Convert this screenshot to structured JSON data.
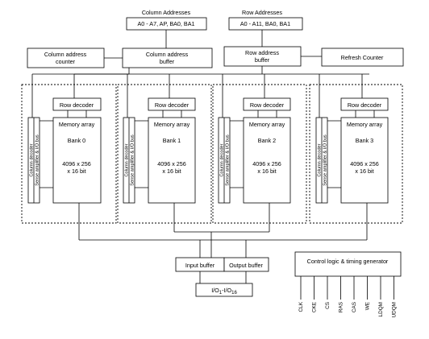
{
  "column_addresses": {
    "title": "Column Addresses",
    "signals": "A0 - A7, AP, BA0, BA1"
  },
  "row_addresses": {
    "title": "Row Addresses",
    "signals": "A0 - A11, BA0, BA1"
  },
  "column_address_counter": {
    "line1": "Column address",
    "line2": "counter"
  },
  "column_address_buffer": {
    "line1": "Column address",
    "line2": "buffer"
  },
  "row_address_buffer": {
    "line1": "Row address",
    "line2": "buffer"
  },
  "refresh_counter": {
    "label": "Refresh Counter"
  },
  "banks": [
    {
      "row_decoder": "Row decoder",
      "array_title": "Memory array",
      "bank_name": "Bank 0",
      "size1": "4096 x 256",
      "size2": "x 16 bit",
      "col_decoder": "Column decoder",
      "sense_amp": "Sense amplifier & I/O bus"
    },
    {
      "row_decoder": "Row decoder",
      "array_title": "Memory array",
      "bank_name": "Bank 1",
      "size1": "4096 x 256",
      "size2": "x 16 bit",
      "col_decoder": "Column decoder",
      "sense_amp": "Sense amplifier & I/O bus"
    },
    {
      "row_decoder": "Row decoder",
      "array_title": "Memory array",
      "bank_name": "Bank 2",
      "size1": "4096 x 256",
      "size2": "x 16 bit",
      "col_decoder": "Column decoder",
      "sense_amp": "Sense amplifier & I/O bus"
    },
    {
      "row_decoder": "Row decoder",
      "array_title": "Memory array",
      "bank_name": "Bank 3",
      "size1": "4096 x 256",
      "size2": "x 16 bit",
      "col_decoder": "Column decoder",
      "sense_amp": "Sense amplifier & I/O bus"
    }
  ],
  "input_buffer": {
    "label": "Input buffer"
  },
  "output_buffer": {
    "label": "Output buffer"
  },
  "io_bus": {
    "prefix": "I/O",
    "sub1": "1",
    "sep": "-I/O",
    "sub2": "16"
  },
  "control_logic": {
    "label": "Control logic & timing generator"
  },
  "control_signals": [
    "CLK",
    "CKE",
    "CS",
    "RAS",
    "CAS",
    "WE",
    "LDQM",
    "UDQM"
  ]
}
